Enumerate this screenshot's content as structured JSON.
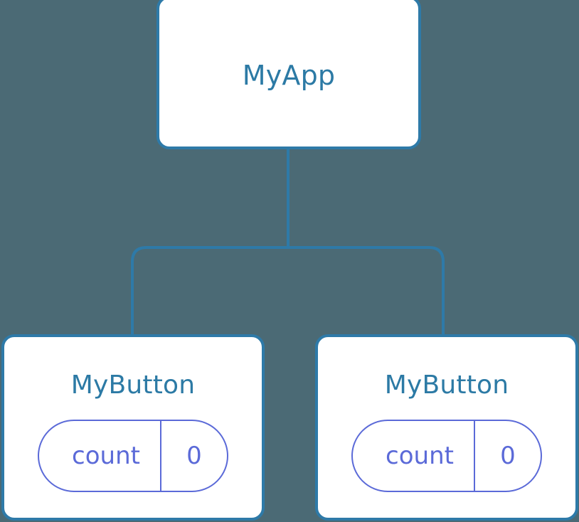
{
  "diagram": {
    "type": "component-tree",
    "background_color": "#4b6a75",
    "node_border_color": "#2e7aa8",
    "node_title_color": "#2c7aa5",
    "connector_color": "#2e7aa8",
    "state_color": "#5b6ad8",
    "root": {
      "title": "MyApp"
    },
    "children": [
      {
        "title": "MyButton",
        "state": {
          "key": "count",
          "value": "0"
        }
      },
      {
        "title": "MyButton",
        "state": {
          "key": "count",
          "value": "0"
        }
      }
    ]
  }
}
